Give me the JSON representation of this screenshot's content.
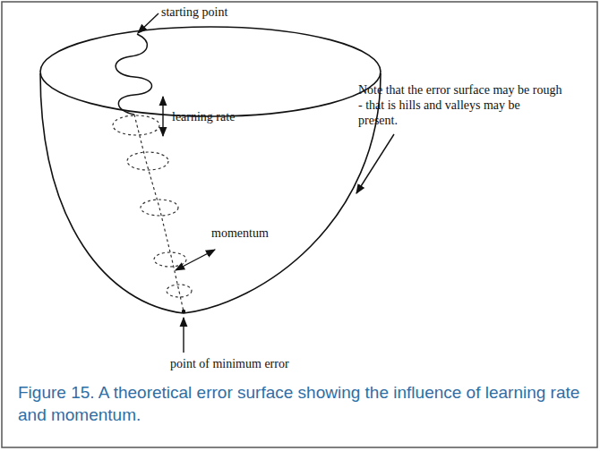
{
  "diagram": {
    "caption": "Figure 15. A theoretical error surface showing the influence of learning rate and momentum.",
    "labels": [
      "starting point",
      "learning rate",
      "momentum",
      "Note that the error surface may be rough - that is hills and valleys may be present.",
      "point of minimum error"
    ]
  }
}
